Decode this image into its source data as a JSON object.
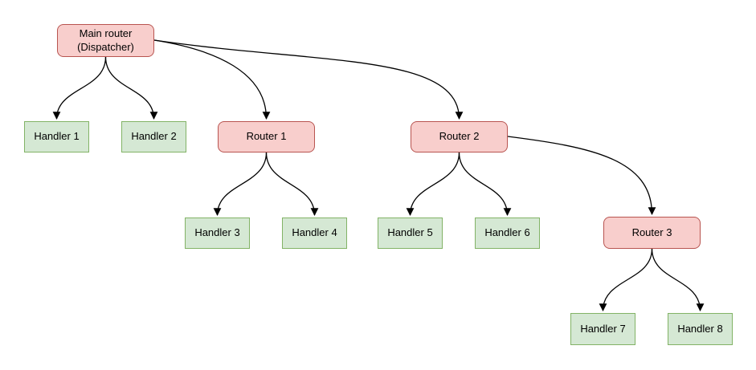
{
  "diagram": {
    "nodes": {
      "main_router": {
        "label": "Main router\n(Dispatcher)",
        "kind": "router"
      },
      "handler1": {
        "label": "Handler 1",
        "kind": "handler"
      },
      "handler2": {
        "label": "Handler 2",
        "kind": "handler"
      },
      "router1": {
        "label": "Router 1",
        "kind": "router"
      },
      "router2": {
        "label": "Router 2",
        "kind": "router"
      },
      "handler3": {
        "label": "Handler 3",
        "kind": "handler"
      },
      "handler4": {
        "label": "Handler 4",
        "kind": "handler"
      },
      "handler5": {
        "label": "Handler 5",
        "kind": "handler"
      },
      "handler6": {
        "label": "Handler 6",
        "kind": "handler"
      },
      "router3": {
        "label": "Router 3",
        "kind": "router"
      },
      "handler7": {
        "label": "Handler 7",
        "kind": "handler"
      },
      "handler8": {
        "label": "Handler 8",
        "kind": "handler"
      }
    },
    "edges": [
      {
        "from": "main_router",
        "to": "handler1"
      },
      {
        "from": "main_router",
        "to": "handler2"
      },
      {
        "from": "main_router",
        "to": "router1"
      },
      {
        "from": "main_router",
        "to": "router2"
      },
      {
        "from": "router1",
        "to": "handler3"
      },
      {
        "from": "router1",
        "to": "handler4"
      },
      {
        "from": "router2",
        "to": "handler5"
      },
      {
        "from": "router2",
        "to": "handler6"
      },
      {
        "from": "router2",
        "to": "router3"
      },
      {
        "from": "router3",
        "to": "handler7"
      },
      {
        "from": "router3",
        "to": "handler8"
      }
    ],
    "colors": {
      "router_fill": "#f8cecc",
      "router_border": "#b85450",
      "handler_fill": "#d5e8d4",
      "handler_border": "#82b366",
      "edge": "#000000",
      "background": "#ffffff"
    }
  }
}
